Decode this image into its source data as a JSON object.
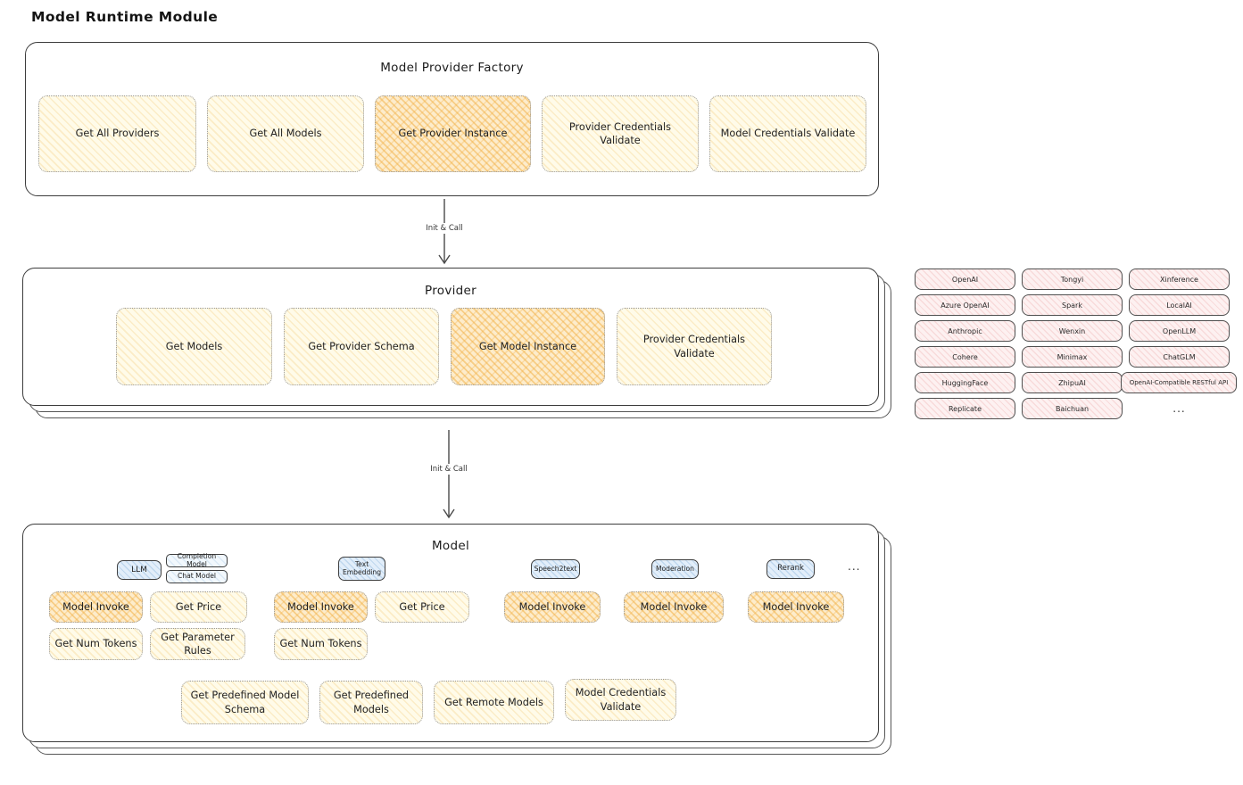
{
  "page": {
    "title": "Model Runtime Module"
  },
  "colors": {
    "highlight_orange": "#f1ae42",
    "node_yellow": "#fffbe9",
    "provider_pink": "#fdf1f1",
    "tab_blue": "#e2eefa"
  },
  "factory": {
    "title": "Model Provider Factory",
    "buttons": [
      {
        "label": "Get All Providers",
        "highlighted": false
      },
      {
        "label": "Get All Models",
        "highlighted": false
      },
      {
        "label": "Get Provider Instance",
        "highlighted": true
      },
      {
        "label": "Provider Credentials Validate",
        "highlighted": false
      },
      {
        "label": "Model Credentials Validate",
        "highlighted": false
      }
    ]
  },
  "arrows": {
    "factory_to_provider": "Init & Call",
    "provider_to_model": "Init & Call"
  },
  "provider": {
    "title": "Provider",
    "buttons": [
      {
        "label": "Get Models",
        "highlighted": false
      },
      {
        "label": "Get Provider Schema",
        "highlighted": false
      },
      {
        "label": "Get Model Instance",
        "highlighted": true
      },
      {
        "label": "Provider Credentials Validate",
        "highlighted": false
      }
    ]
  },
  "providers": {
    "items": [
      "OpenAI",
      "Tongyi",
      "Xinference",
      "Azure OpenAI",
      "Spark",
      "LocalAI",
      "Anthropic",
      "Wenxin",
      "OpenLLM",
      "Cohere",
      "Minimax",
      "ChatGLM",
      "HuggingFace",
      "ZhipuAI",
      "OpenAI-Compatible RESTful API",
      "Replicate",
      "Baichuan"
    ],
    "more": "..."
  },
  "model": {
    "title": "Model",
    "tabs": {
      "llm": "LLM",
      "completion_model": "Completion Model",
      "chat_model": "Chat Model",
      "text_embedding": "Text Embedding",
      "speech2text": "Speech2text",
      "moderation": "Moderation",
      "rerank": "Rerank",
      "more": "..."
    },
    "llm_group": {
      "model_invoke": "Model Invoke",
      "get_price": "Get Price",
      "get_num_tokens": "Get Num Tokens",
      "get_parameter_rules": "Get Parameter Rules"
    },
    "text_embedding_group": {
      "model_invoke": "Model Invoke",
      "get_price": "Get Price",
      "get_num_tokens": "Get Num Tokens"
    },
    "speech2text_group": {
      "model_invoke": "Model Invoke"
    },
    "moderation_group": {
      "model_invoke": "Model Invoke"
    },
    "rerank_group": {
      "model_invoke": "Model Invoke"
    },
    "bottom_buttons": [
      {
        "label": "Get Predefined Model Schema"
      },
      {
        "label": "Get Predefined Models"
      },
      {
        "label": "Get Remote Models"
      },
      {
        "label": "Model Credentials Validate"
      }
    ]
  }
}
